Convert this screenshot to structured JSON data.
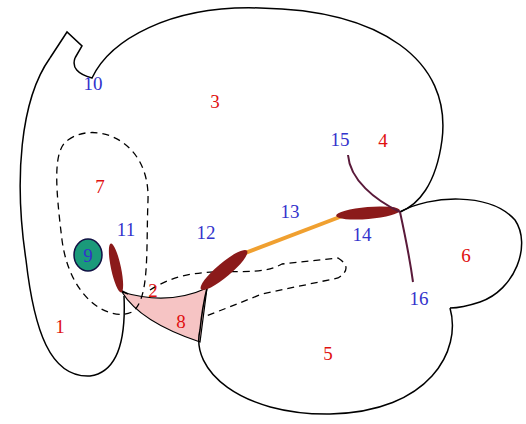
{
  "diagram": {
    "labels": [
      "10",
      "3",
      "15",
      "4",
      "7",
      "11",
      "12",
      "13",
      "14",
      "9",
      "6",
      "2",
      "16",
      "8",
      "1",
      "5"
    ]
  }
}
